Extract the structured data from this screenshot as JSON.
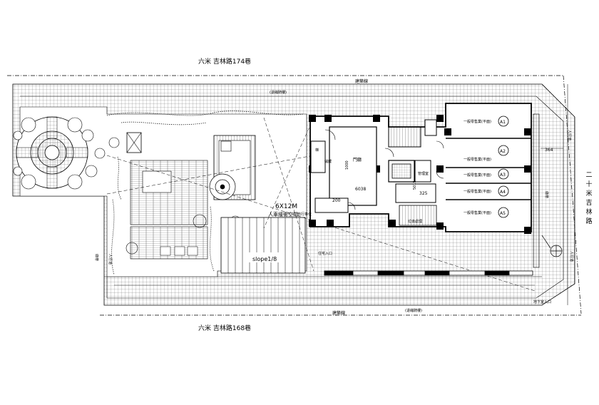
{
  "roads": {
    "north": "六米 吉林路174巷",
    "south": "六米 吉林路168巷",
    "east": "二十米吉林路"
  },
  "labels": {
    "building_line_top": "建築線",
    "building_line_bottom": "建築線",
    "setback_top": "(退縮騎樓)",
    "setback_bottom": "(退縮騎樓)",
    "lobby": "門廳",
    "stair_label": "梯",
    "hall_dim": "6038",
    "dim_1000": "1000",
    "dim_200": "200",
    "dim_325": "325",
    "dim_5015": "5015",
    "dim_364": "364",
    "manager_room": "管理室",
    "storage": "儲藏",
    "trash": "垃圾處理",
    "open_space_size": "6X12M",
    "open_space_desc": "人車緩衝空間",
    "bike_parking": "自行車位",
    "slope": "slope1/8",
    "sidewalk_west": "人行道",
    "sidewalk_east_1": "人行道",
    "sidewalk_east_2": "人行道",
    "greenbelt_east": "綠帶",
    "greenbelt_west": "綠帶",
    "entrance": "住宅入口",
    "corner_note": "地下室入口"
  },
  "shops": [
    {
      "id": "A1",
      "label": "一般零售業(平面)"
    },
    {
      "id": "A2",
      "label": "一般零售業(平面)"
    },
    {
      "id": "A3",
      "label": "一般零售業(平面)"
    },
    {
      "id": "A4",
      "label": "一般零售業(平面)"
    },
    {
      "id": "A5",
      "label": "一般零售業(平面)"
    }
  ]
}
